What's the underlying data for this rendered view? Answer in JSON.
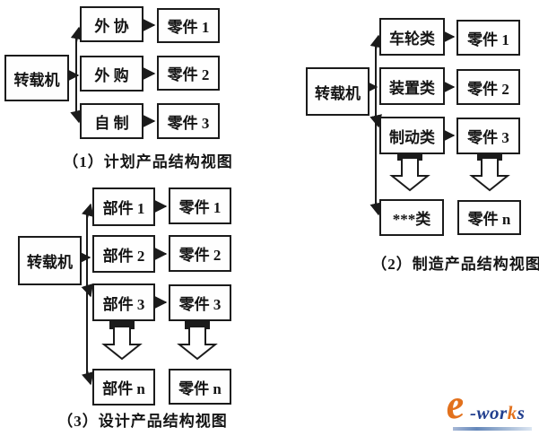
{
  "page": {
    "background": "#ffffff"
  },
  "colors": {
    "line": "#1b1b1b",
    "logo_orange": "#e2711d",
    "logo_blue": "#23408f"
  },
  "diagrams": [
    {
      "id": "plan-view",
      "caption": "（1）计划产品结构视图",
      "root": "转载机",
      "rows": [
        {
          "mid": "外 协",
          "leaf": "零件 1"
        },
        {
          "mid": "外 购",
          "leaf": "零件 2"
        },
        {
          "mid": "自 制",
          "leaf": "零件 3"
        }
      ]
    },
    {
      "id": "manufacturing-view",
      "caption": "（2）制造产品结构视图",
      "root": "转载机",
      "rows": [
        {
          "mid": "车轮类",
          "leaf": "零件 1"
        },
        {
          "mid": "装置类",
          "leaf": "零件 2"
        },
        {
          "mid": "制动类",
          "leaf": "零件 3"
        },
        {
          "mid": "***类",
          "leaf": "零件 n"
        }
      ]
    },
    {
      "id": "design-view",
      "caption": "（3）设计产品结构视图",
      "root": "转载机",
      "rows": [
        {
          "mid": "部件 1",
          "leaf": "零件 1"
        },
        {
          "mid": "部件 2",
          "leaf": "零件 2"
        },
        {
          "mid": "部件 3",
          "leaf": "零件 3"
        },
        {
          "mid": "部件 n",
          "leaf": "零件 n"
        }
      ]
    }
  ],
  "logo": {
    "e": "e",
    "hyphen": "-",
    "wor": "wor",
    "k": "k",
    "s": "s"
  }
}
